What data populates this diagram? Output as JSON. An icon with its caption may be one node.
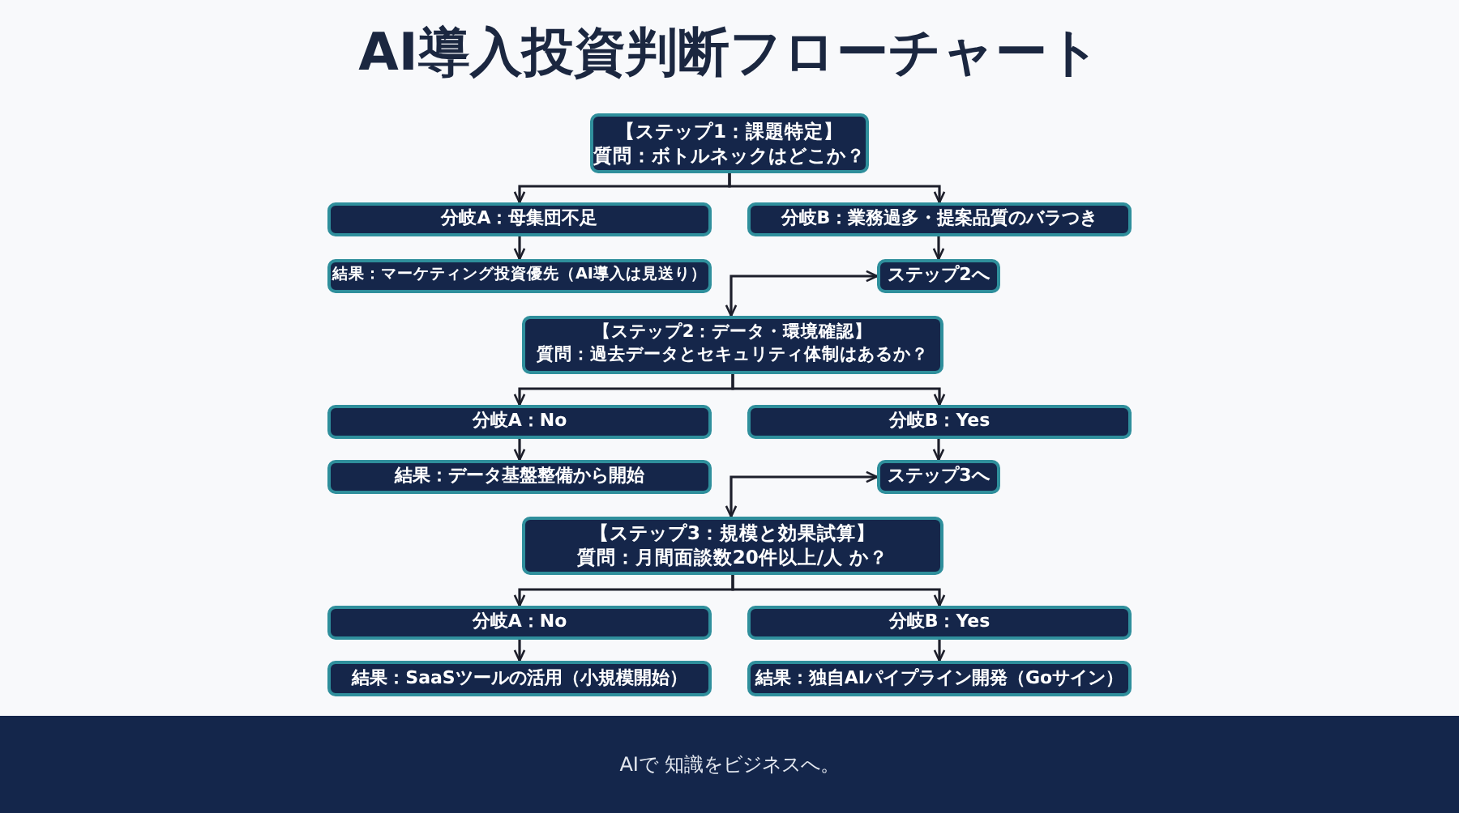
{
  "diagram": {
    "title": "AI導入投資判断フローチャート",
    "nodes": [
      {
        "text": [
          "【ステップ1：課題特定】",
          "質問：ボトルネックはどこか？"
        ]
      },
      {
        "text": [
          "分岐A：母集団不足"
        ]
      },
      {
        "text": [
          "分岐B：業務過多・提案品質のバラつき"
        ]
      },
      {
        "text": [
          "結果：マーケティング投資優先（AI導入は見送り）"
        ]
      },
      {
        "text": [
          "ステップ2へ"
        ]
      },
      {
        "text": [
          "【ステップ2：データ・環境確認】",
          "質問：過去データとセキュリティ体制はあるか？"
        ]
      },
      {
        "text": [
          "分岐A：No"
        ]
      },
      {
        "text": [
          "分岐B：Yes"
        ]
      },
      {
        "text": [
          "結果：データ基盤整備から開始"
        ]
      },
      {
        "text": [
          "ステップ3へ"
        ]
      },
      {
        "text": [
          "【ステップ3：規模と効果試算】",
          "質問：月間面談数20件以上/人 か？"
        ]
      },
      {
        "text": [
          "分岐A：No"
        ]
      },
      {
        "text": [
          "分岐B：Yes"
        ]
      },
      {
        "text": [
          "結果：SaaSツールの活用（小規模開始）"
        ]
      },
      {
        "text": [
          "結果：独自AIパイプライン開発（Goサイン）"
        ]
      }
    ],
    "edges": [
      {
        "from": 0,
        "to": 1,
        "arrow": "to"
      },
      {
        "from": 0,
        "to": 2,
        "arrow": "to"
      },
      {
        "from": 1,
        "to": 3,
        "arrow": "to"
      },
      {
        "from": 2,
        "to": 4,
        "arrow": "to"
      },
      {
        "from": 4,
        "to": 5,
        "arrow": "both"
      },
      {
        "from": 5,
        "to": 6,
        "arrow": "to"
      },
      {
        "from": 5,
        "to": 7,
        "arrow": "to"
      },
      {
        "from": 6,
        "to": 8,
        "arrow": "to"
      },
      {
        "from": 7,
        "to": 9,
        "arrow": "to"
      },
      {
        "from": 9,
        "to": 10,
        "arrow": "both"
      },
      {
        "from": 10,
        "to": 11,
        "arrow": "to"
      },
      {
        "from": 10,
        "to": 12,
        "arrow": "to"
      },
      {
        "from": 11,
        "to": 13,
        "arrow": "to"
      },
      {
        "from": 12,
        "to": 14,
        "arrow": "to"
      }
    ],
    "labels": [
      "AIで 知識をビジネスへ。"
    ]
  }
}
